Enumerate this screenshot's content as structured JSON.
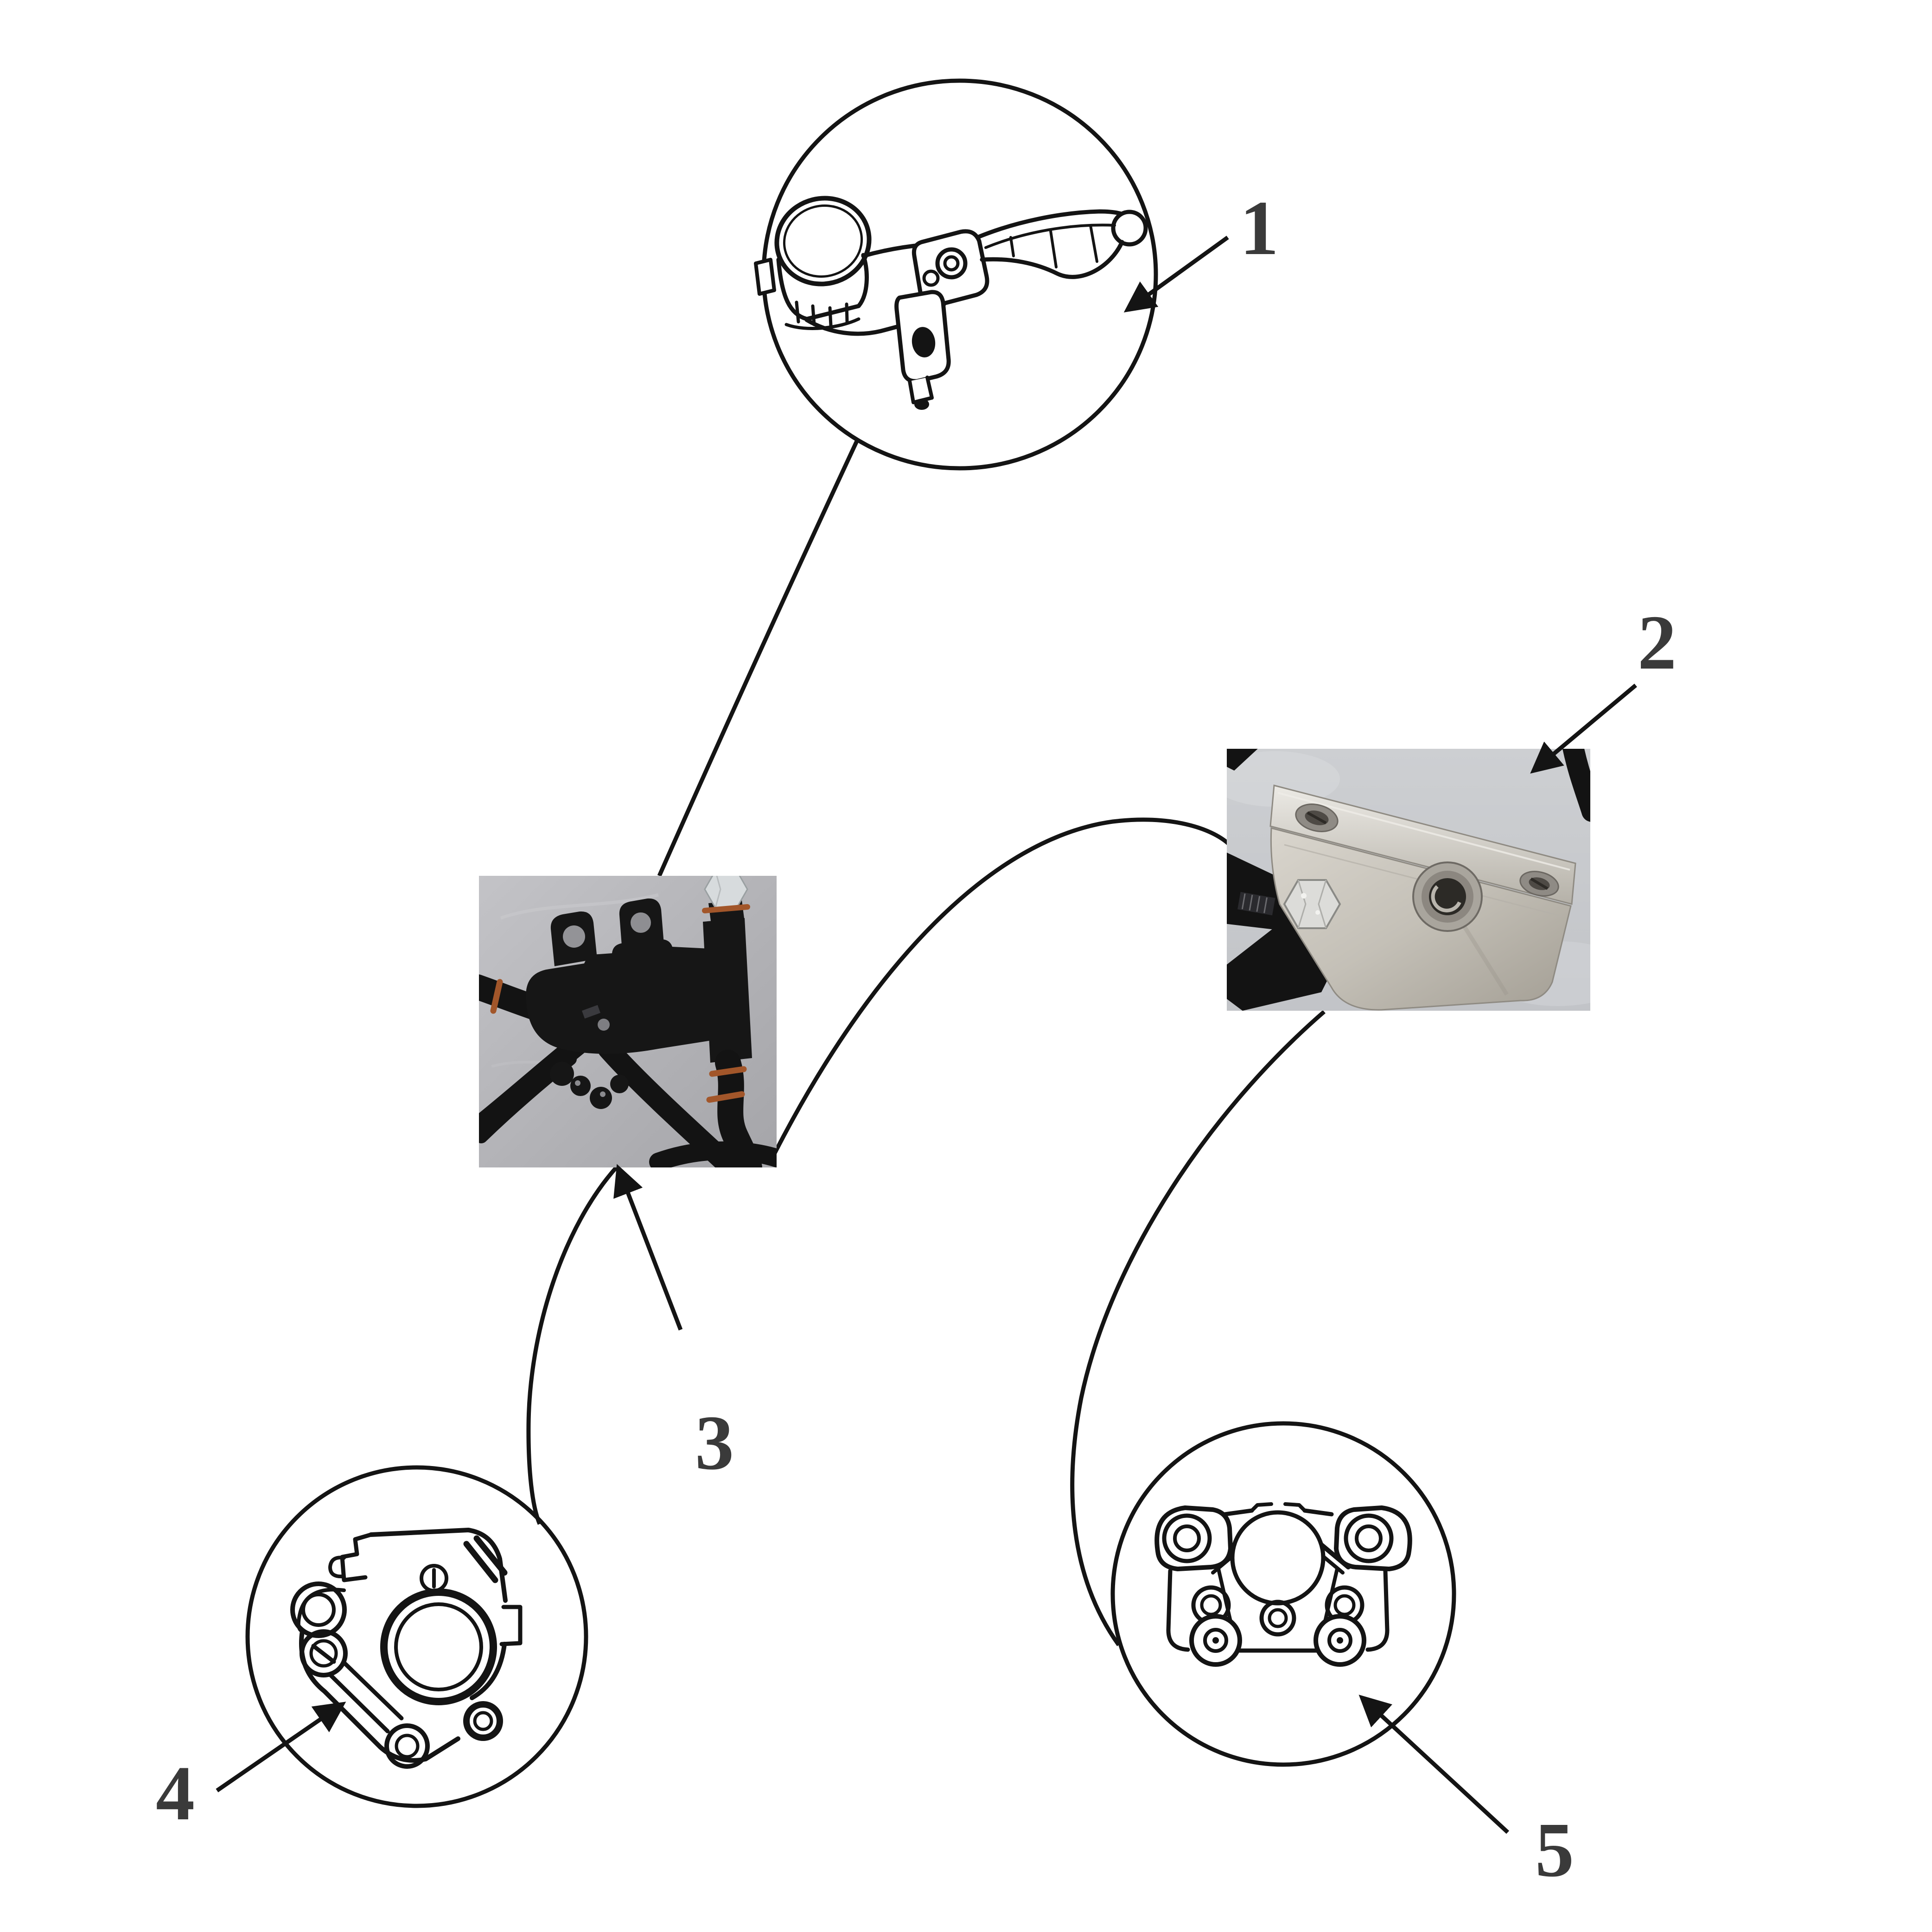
{
  "diagram": {
    "labels": {
      "part1": "1",
      "part2": "2",
      "part3": "3",
      "part4": "4",
      "part5": "5"
    },
    "colors": {
      "line": "#141414",
      "label": "#3a3a3a",
      "photo2_bg": "#c9cbce",
      "photo3_bg": "#b3b3b7",
      "black_part": "#161616",
      "copper": "#a2562a",
      "metal_light": "#e6e3dc",
      "metal_dark": "#a9a49b"
    }
  }
}
